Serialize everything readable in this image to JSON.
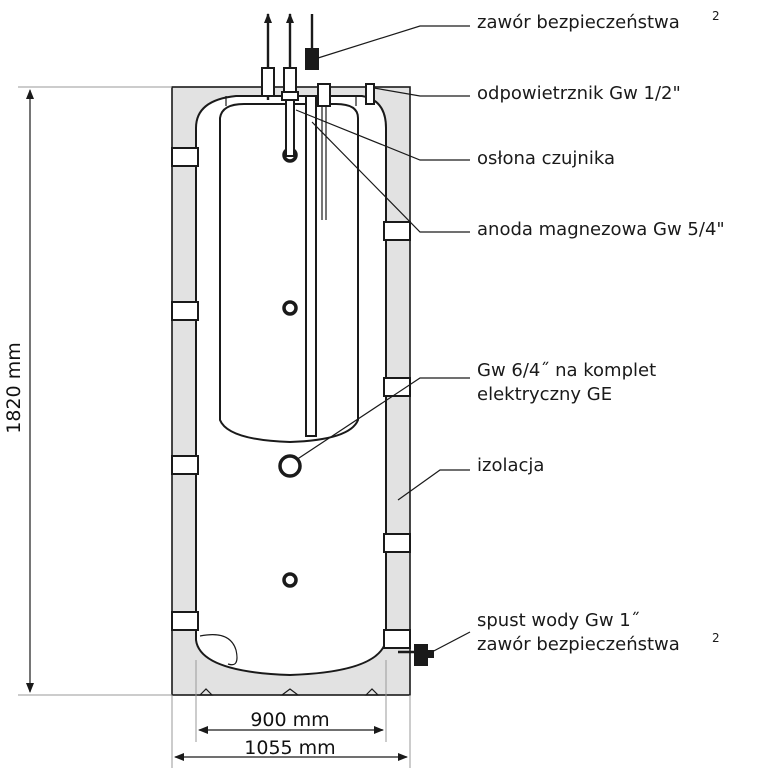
{
  "labels": {
    "safety_valve_top": "zawór bezpieczeństwa",
    "safety_valve_top_sup": "2",
    "air_vent": "odpowietrznik Gw 1/2\"",
    "sensor_sleeve": "osłona czujnika",
    "magnesium_anode": "anoda magnezowa Gw 5/4\"",
    "heater_port_line1": "Gw 6/4˝ na komplet",
    "heater_port_line2": "elektryczny GE",
    "insulation": "izolacja",
    "drain_line1": "spust wody Gw 1˝",
    "drain_line2": "zawór bezpieczeństwa",
    "drain_line2_sup": "2"
  },
  "dimensions": {
    "height": "1820 mm",
    "inner_width": "900 mm",
    "outer_width": "1055 mm"
  }
}
